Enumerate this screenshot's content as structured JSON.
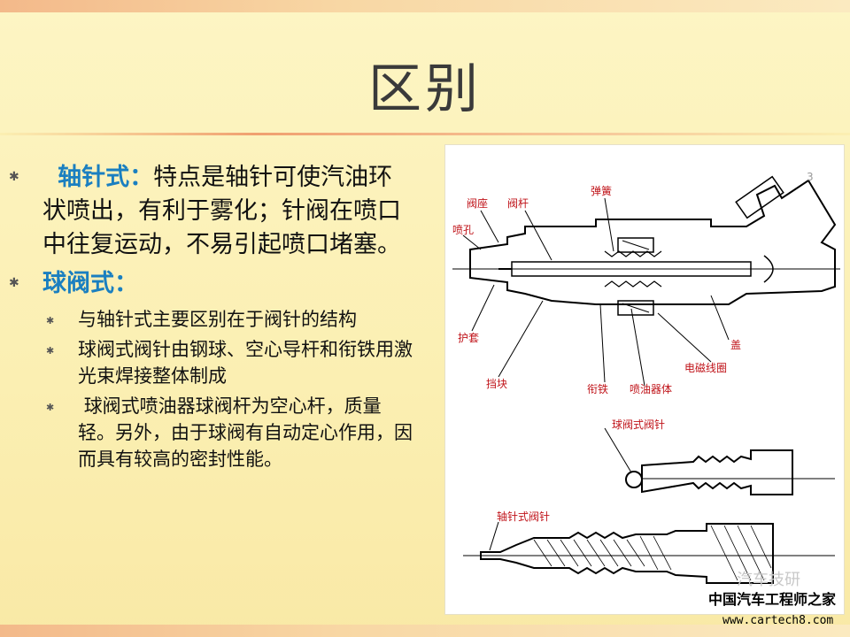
{
  "title": "区别",
  "bullet1": {
    "term": "轴针式：",
    "text": "特点是轴针可使汽油环状喷出，有利于雾化；针阀在喷口中往复运动，不易引起喷口堵塞。"
  },
  "bullet2": {
    "term": "球阀式：",
    "subitems": [
      "与轴针式主要区别在于阀针的结构",
      "球阀式阀针由钢球、空心导杆和衔铁用激光束焊接整体制成",
      " 球阀式喷油器球阀杆为空心杆，质量轻。另外，由于球阀有自动定心作用，因而具有较高的密封性能。"
    ]
  },
  "figure": {
    "labels": {
      "valve_seat": "阀座",
      "valve_rod": "阀杆",
      "spring": "弹簧",
      "nozzle_hole": "喷孔",
      "sleeve": "护套",
      "cover": "盖",
      "coil": "电磁线圈",
      "stop_block": "挡块",
      "armature": "衔铁",
      "injector_body": "喷油器体",
      "ball_valve_needle": "球阀式阀针",
      "pintle_valve_needle": "轴针式阀针"
    },
    "page_number": "3"
  },
  "watermark": {
    "site_name": "中国汽车工程师之家",
    "url": "www.cartech8.com",
    "ghost_text": "汽车技研"
  }
}
